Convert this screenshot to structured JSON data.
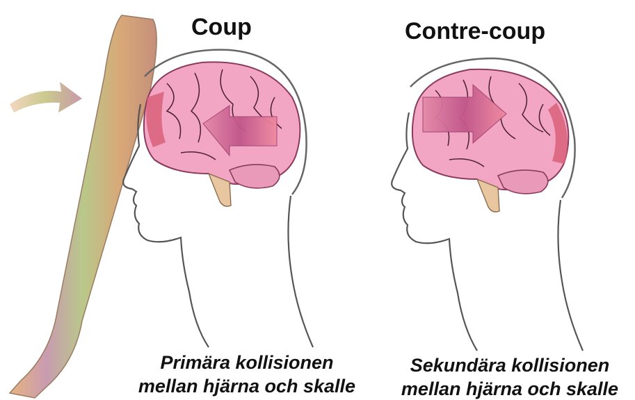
{
  "panels": [
    {
      "title": "Coup",
      "caption_lines": [
        "Primära kollisionen",
        "mellan hjärna och skalle"
      ]
    },
    {
      "title": "Contre-coup",
      "caption_lines": [
        "Sekundära kollisionen",
        "mellan hjärna och skalle"
      ]
    }
  ],
  "colors": {
    "brain": "#f2a6c4",
    "impact_zone": "#d9607a",
    "arrow": "#c95a8a",
    "bat": "#e0a878",
    "outline": "#555555"
  }
}
